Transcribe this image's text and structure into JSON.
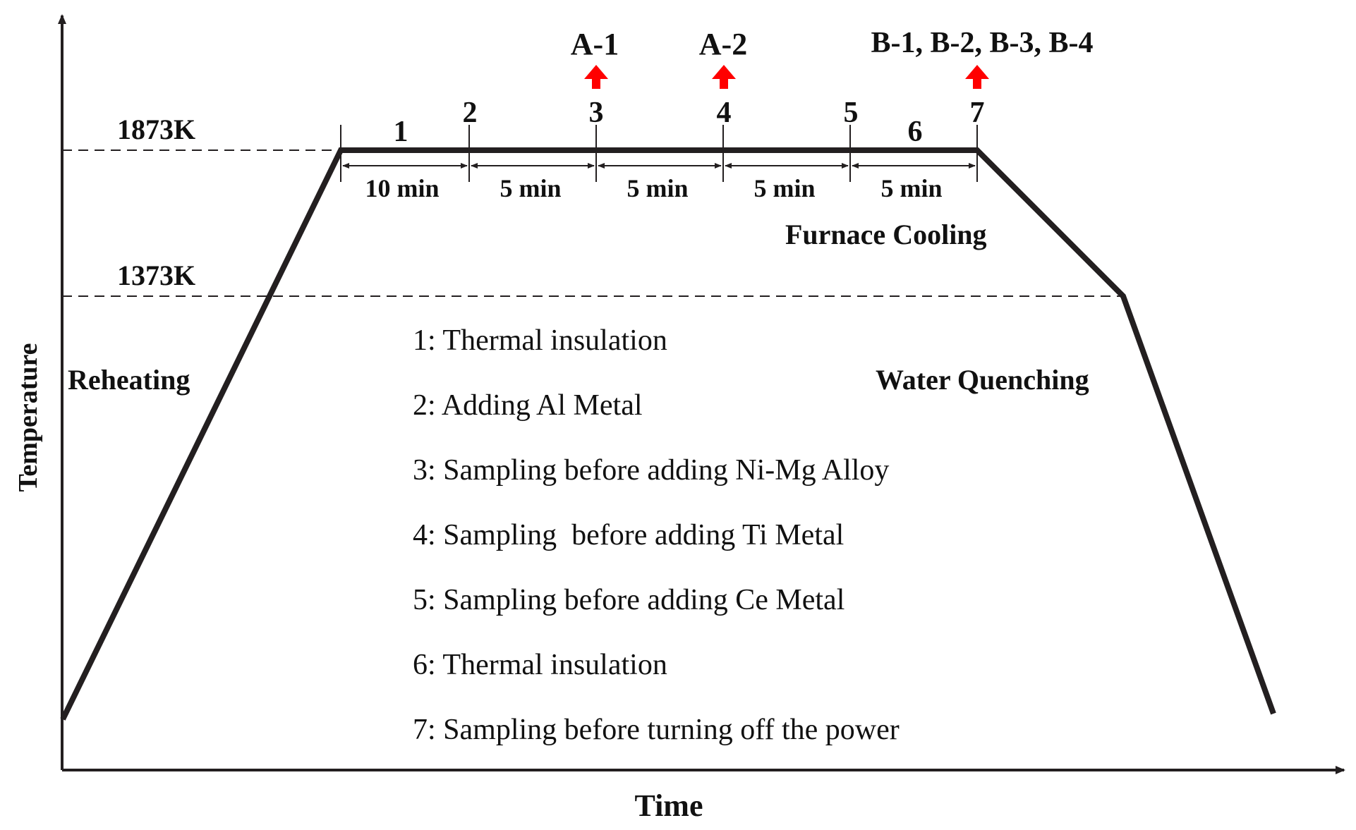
{
  "axes": {
    "y_label": "Temperature",
    "x_label": "Time"
  },
  "temperatures": {
    "high": "1873K",
    "low": "1373K"
  },
  "phases": {
    "reheating": "Reheating",
    "furnace_cooling": "Furnace Cooling",
    "water_quenching": "Water Quenching"
  },
  "markers": [
    "1",
    "2",
    "3",
    "4",
    "5",
    "6",
    "7"
  ],
  "durations": [
    "10 min",
    "5 min",
    "5 min",
    "5 min",
    "5 min"
  ],
  "samples": {
    "a1": "A-1",
    "a2": "A-2",
    "b_group": "B-1, B-2, B-3, B-4"
  },
  "legend": [
    "1: Thermal insulation",
    "2: Adding Al Metal",
    "3: Sampling before adding Ni-Mg Alloy",
    "4: Sampling  before adding Ti Metal",
    "5: Sampling before adding Ce Metal",
    "6: Thermal insulation",
    "7: Sampling before turning off the power"
  ],
  "colors": {
    "line": "#231f20",
    "arrow": "#ff0000"
  }
}
